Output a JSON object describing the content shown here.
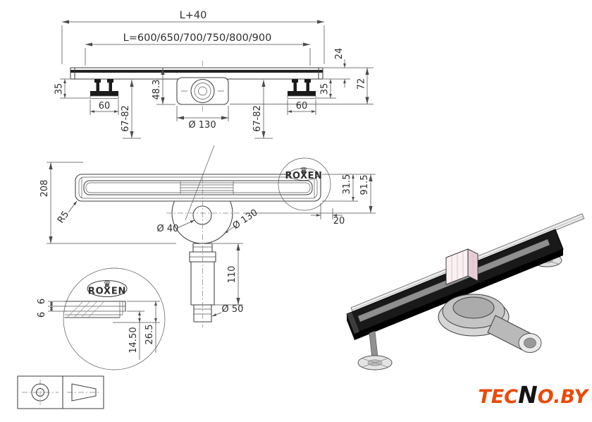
{
  "colors": {
    "line": "#3f3f3f",
    "brand_orange": "#ea4a0a",
    "brand_black": "#131313"
  },
  "views": {
    "front": {
      "l_plus_40": "L+40",
      "l_series": "L=600/650/700/750/800/900",
      "h24": "24",
      "h72": "72",
      "h35_left": "35",
      "h35_right": "35",
      "h48_3": "48.3",
      "w60_left": "60",
      "w60_right": "60",
      "h67_82_left": "67-82",
      "h67_82_right": "67-82",
      "d130": "Ø 130"
    },
    "plan": {
      "h208": "208",
      "r5": "R5",
      "w31_5": "31.5",
      "w91_5": "91.5",
      "w20": "20",
      "d40": "Ø 40",
      "d130": "Ø 130",
      "h110": "110",
      "d50": "Ø 50",
      "logo": "ROXEN",
      "crown": "♛"
    },
    "detail": {
      "logo": "ROXEN",
      "crown": "♛",
      "t6_top": "6",
      "t6_bottom": "6",
      "d14_50": "14.50",
      "d26_5": "26.5"
    }
  },
  "branding": {
    "part1": "TEC",
    "part2": "N",
    "part3": "O.BY",
    "color_orange": "#ea4a0a",
    "color_black": "#131313"
  }
}
